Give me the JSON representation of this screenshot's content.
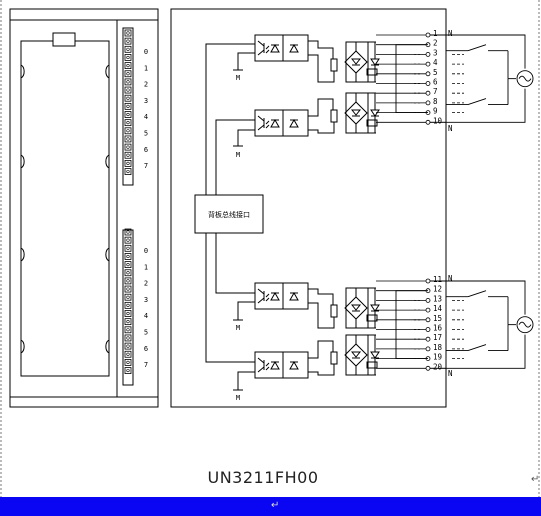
{
  "module": {
    "model": "UN3211FH00",
    "bus_interface_label": "背板总线接口",
    "channels_top": [
      "0",
      "1",
      "2",
      "3",
      "4",
      "5",
      "6",
      "7"
    ],
    "channels_bottom": [
      "0",
      "1",
      "2",
      "3",
      "4",
      "5",
      "6",
      "7"
    ],
    "ground_label": "M",
    "group_top": {
      "terminals": [
        "1",
        "2",
        "3",
        "4",
        "5",
        "6",
        "7",
        "8",
        "9",
        "10"
      ],
      "n_label_top": "N",
      "n_label_bottom": "N"
    },
    "group_bottom": {
      "terminals": [
        "11",
        "12",
        "13",
        "14",
        "15",
        "16",
        "17",
        "18",
        "19",
        "20"
      ],
      "n_label_top": "N",
      "n_label_bottom": "N"
    },
    "para_mark": "↵"
  }
}
